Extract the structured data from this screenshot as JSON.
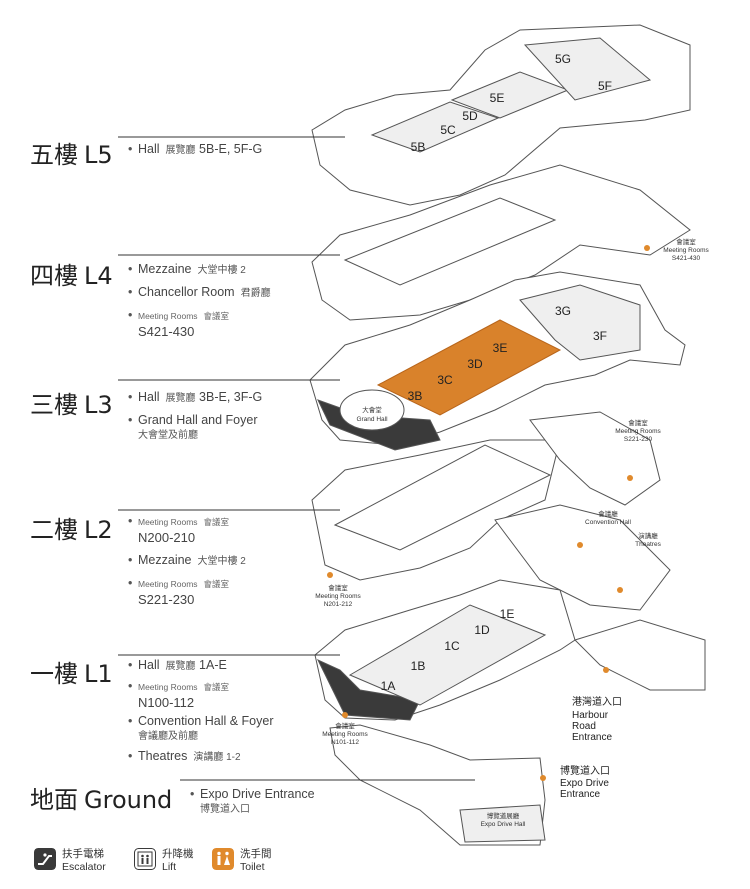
{
  "floors": [
    {
      "zh": "五樓",
      "en": "L5",
      "items": [
        {
          "bullet": true,
          "en": "Hall",
          "zh": "展覽廳",
          "suffix": "5B-E, 5F-G"
        }
      ]
    },
    {
      "zh": "四樓",
      "en": "L4",
      "items": [
        {
          "bullet": true,
          "en": "Mezzaine",
          "zh": "大堂中樓 2"
        },
        {
          "bullet": true,
          "en": "Chancellor Room",
          "zh": "君爵廳"
        },
        {
          "bullet": true,
          "small": "Meeting Rooms",
          "zh": "會議室",
          "big": "S421-430"
        }
      ]
    },
    {
      "zh": "三樓",
      "en": "L3",
      "items": [
        {
          "bullet": true,
          "en": "Hall",
          "zh": "展覽廳",
          "suffix": "3B-E, 3F-G"
        },
        {
          "bullet": true,
          "en": "Grand Hall and Foyer",
          "zhsub": "大會堂及前廳"
        }
      ]
    },
    {
      "zh": "二樓",
      "en": "L2",
      "items": [
        {
          "bullet": true,
          "small": "Meeting Rooms",
          "zh": "會議室",
          "big": "N200-210"
        },
        {
          "bullet": true,
          "en": "Mezzaine",
          "zh": "大堂中樓 2"
        },
        {
          "bullet": true,
          "small": "Meeting Rooms",
          "zh": "會議室",
          "big": "S221-230"
        }
      ]
    },
    {
      "zh": "一樓",
      "en": "L1",
      "items": [
        {
          "bullet": true,
          "en": "Hall",
          "zh": "展覽廳",
          "suffix": "1A-E"
        },
        {
          "bullet": true,
          "small": "Meeting Rooms",
          "zh": "會議室",
          "big": "N100-112"
        },
        {
          "bullet": true,
          "en": "Convention Hall & Foyer",
          "zhsub": "會議廳及前廳"
        },
        {
          "bullet": true,
          "en": "Theatres",
          "zh": "演講廳 1-2"
        }
      ]
    },
    {
      "zh": "地面",
      "en": "Ground",
      "items": [
        {
          "bullet": true,
          "en": "Expo Drive Entrance",
          "zhsub": "博覽道入口"
        }
      ]
    }
  ],
  "halls": {
    "l5": [
      "5B",
      "5C",
      "5D",
      "5E",
      "5F",
      "5G"
    ],
    "l3": [
      "3B",
      "3C",
      "3D",
      "3E",
      "3F",
      "3G"
    ],
    "l1": [
      "1A",
      "1B",
      "1C",
      "1D",
      "1E"
    ]
  },
  "map_labels": {
    "grand_hall_zh": "大會堂",
    "grand_hall_en": "Grand Hall",
    "mr_zh": "會議室",
    "mr_en": "Meeting Rooms",
    "s421": "S421-430",
    "s221": "S221-230",
    "n201": "N201-212",
    "n101": "N101-112",
    "conv_zh": "會議廳",
    "conv_en": "Convention Hall",
    "theatres_zh": "演講廳",
    "theatres_en": "Theatres",
    "harbour_zh": "港灣道入口",
    "harbour_en1": "Harbour",
    "harbour_en2": "Road",
    "harbour_en3": "Entrance",
    "expo_zh": "博覽道入口",
    "expo_en1": "Expo Drive",
    "expo_en2": "Entrance",
    "expo_hall_zh": "博覽道展廳",
    "expo_hall_en": "Expo Drive Hall"
  },
  "legend": [
    {
      "icon": "escalator-icon",
      "zh": "扶手電梯",
      "en": "Escalator"
    },
    {
      "icon": "lift-icon",
      "zh": "升降機",
      "en": "Lift"
    },
    {
      "icon": "toilet-icon",
      "zh": "洗手間",
      "en": "Toilet"
    }
  ],
  "colors": {
    "highlight": "#d9822b",
    "highlight_dark": "#b8651b",
    "floor_fill": "#ffffff",
    "floor_stroke": "#555555",
    "dark_fill": "#3a3a3a",
    "hall_fill": "#efefef",
    "icon_dark": "#3a3a3a",
    "icon_orange": "#e08a2c"
  }
}
